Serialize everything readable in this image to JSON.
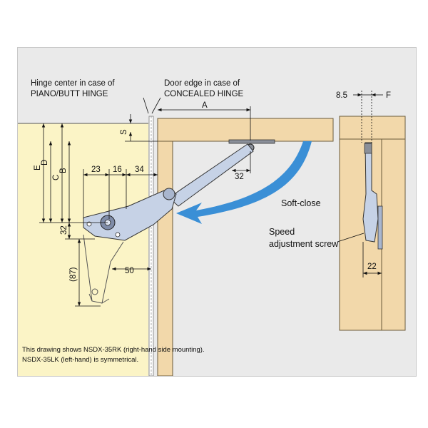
{
  "labels": {
    "hinge_center_line1": "Hinge center  in case of",
    "hinge_center_line2": "PIANO/BUTT HINGE",
    "door_edge_line1": "Door edge in case of",
    "door_edge_line2": "CONCEALED HINGE",
    "soft_close": "Soft-close",
    "speed_line1": "Speed",
    "speed_line2": "adjustment screw"
  },
  "dimensions": {
    "A": "A",
    "S": "S",
    "E": "E",
    "D": "D",
    "C": "C",
    "B": "B",
    "d23": "23",
    "d16": "16",
    "d34": "34",
    "d32_top": "32",
    "d32_left": "32",
    "d87": "(87)",
    "d50": "50",
    "d8_5": "8.5",
    "F": "F",
    "d22": "22"
  },
  "notes": {
    "line1": "This drawing shows NSDX-35RK (right-hand side mounting).",
    "line2": "NSDX-35LK (left-hand) is symmetrical."
  },
  "colors": {
    "panel_bg": "#eaeaea",
    "cabinet_fill": "#fbf4c6",
    "wood_fill": "#f2d8aa",
    "arrow_blue": "#3a8fd6",
    "metal": "#c6d2e6"
  }
}
